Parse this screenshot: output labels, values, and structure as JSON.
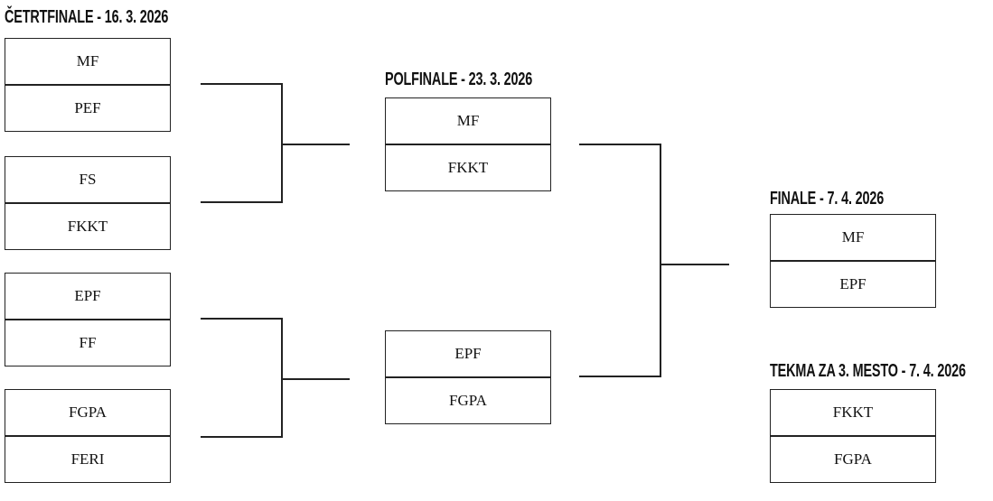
{
  "rounds": {
    "quarterfinals": {
      "title": "ČETRTFINALE - 16. 3. 2026",
      "matches": [
        {
          "team1": "MF",
          "team2": "PEF"
        },
        {
          "team1": "FS",
          "team2": "FKKT"
        },
        {
          "team1": "EPF",
          "team2": "FF"
        },
        {
          "team1": "FGPA",
          "team2": "FERI"
        }
      ]
    },
    "semifinals": {
      "title": "POLFINALE - 23. 3. 2026",
      "matches": [
        {
          "team1": "MF",
          "team2": "FKKT"
        },
        {
          "team1": "EPF",
          "team2": "FGPA"
        }
      ]
    },
    "final": {
      "title": "FINALE - 7. 4. 2026",
      "match": {
        "team1": "MF",
        "team2": "EPF"
      }
    },
    "third_place": {
      "title": "TEKMA ZA 3. MESTO - 7. 4. 2026",
      "match": {
        "team1": "FKKT",
        "team2": "FGPA"
      }
    }
  },
  "colors": {
    "line": "#222222",
    "text": "#111111",
    "background": "#ffffff"
  }
}
